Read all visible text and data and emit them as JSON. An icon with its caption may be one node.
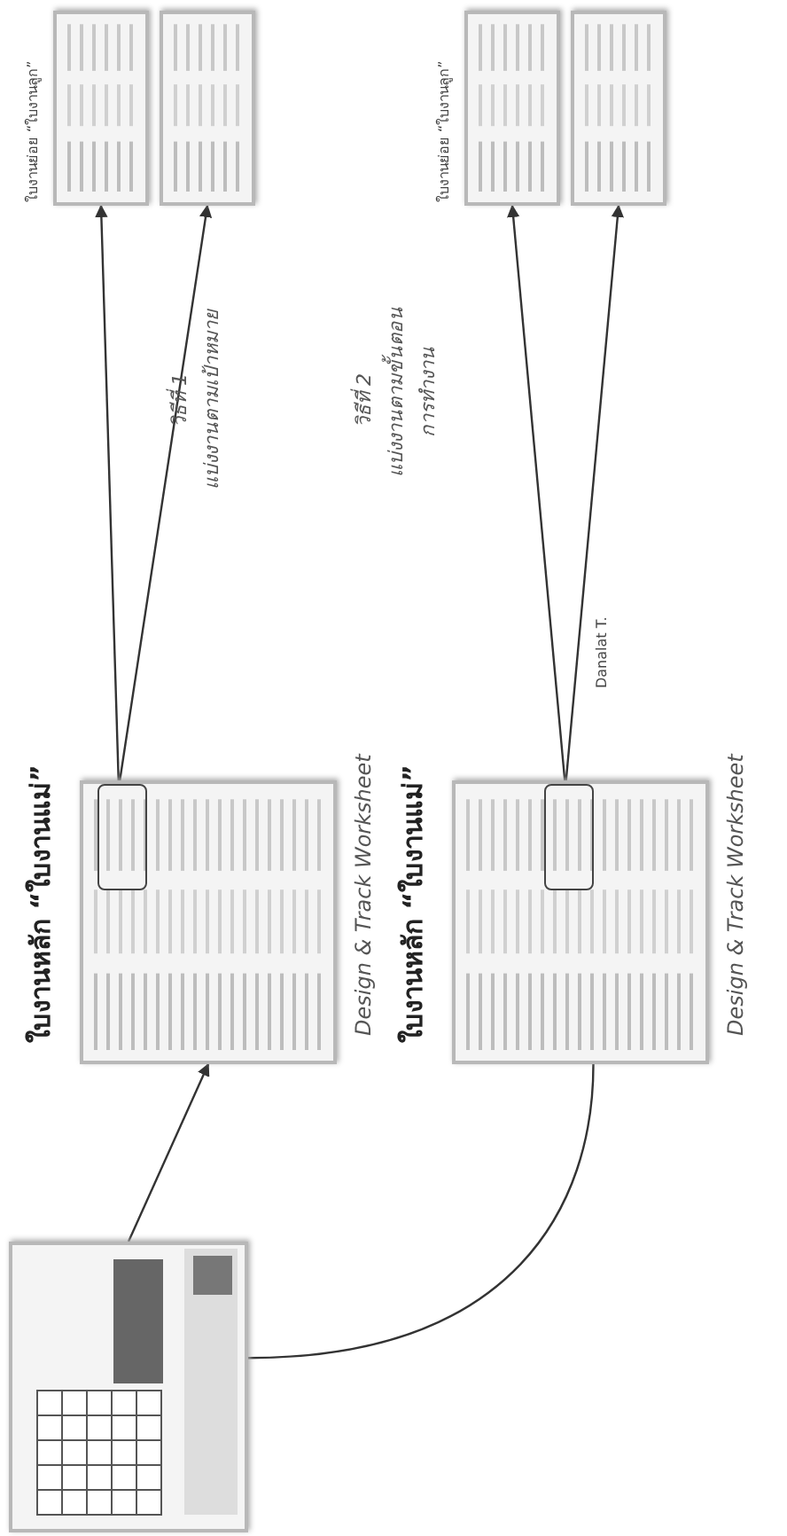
{
  "diagram": {
    "nodes": [
      {
        "text": [],
        "shape": "picture"
      },
      {
        "text": [
          "ใบงานหลัก “ใบงานแม่”",
          "Design & Track Worksheet"
        ]
      },
      {
        "text": [],
        "shape": "box",
        "in": 1
      },
      {
        "text": [],
        "shape": "picture"
      },
      {
        "text": [],
        "shape": "picture"
      },
      {
        "text": [
          "ใบงานหลัก “ใบงานแม่”",
          "Design & Track Worksheet"
        ]
      },
      {
        "text": [],
        "shape": "box",
        "in": 5
      },
      {
        "text": [],
        "shape": "picture"
      },
      {
        "text": [],
        "shape": "picture"
      }
    ],
    "edges": [
      {
        "from": 0,
        "to": 1,
        "arrow": "to"
      },
      {
        "from": 0,
        "to": 5,
        "arrow": "none"
      },
      {
        "from": 2,
        "to": 3,
        "arrow": "to"
      },
      {
        "from": 2,
        "to": 4,
        "arrow": "to"
      },
      {
        "from": 6,
        "to": 7,
        "arrow": "to"
      },
      {
        "from": 6,
        "to": 8,
        "arrow": "to"
      }
    ],
    "labels": [
      "ใบงานย่อย “ใบงานลูก”",
      "วิธีที่ 1",
      "แบ่งงานตามเป้าหมาย",
      "ใบงานย่อย “ใบงานลูก”",
      "วิธีที่ 2",
      "แบ่งงานตามขั้นตอน การทำงาน",
      "Danalat T."
    ]
  }
}
